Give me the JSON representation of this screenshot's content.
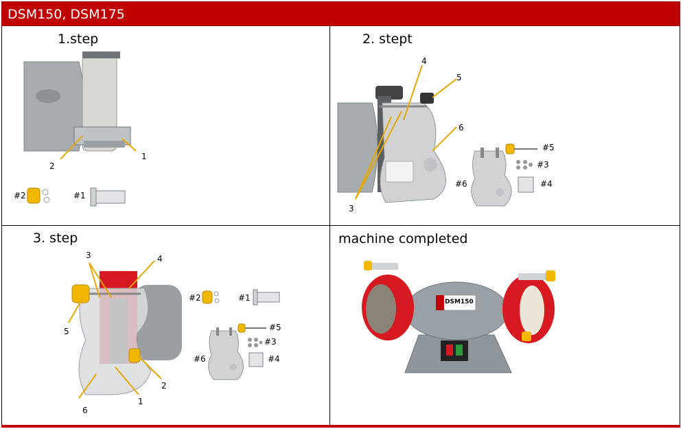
{
  "header": {
    "title": "DSM150, DSM175"
  },
  "panels": {
    "step1": {
      "title": "1.step",
      "callouts": [
        "1",
        "2"
      ],
      "parts": [
        "#2",
        "#1"
      ]
    },
    "step2": {
      "title": "2.  stept",
      "callouts": [
        "3",
        "4",
        "5",
        "6"
      ],
      "parts": [
        "#5",
        "#3",
        "#4",
        "#6"
      ]
    },
    "step3": {
      "title": "3.  step",
      "callouts": [
        "1",
        "2",
        "3",
        "4",
        "5",
        "6"
      ],
      "parts": [
        "#2",
        "#1",
        "#5",
        "#3",
        "#4",
        "#6"
      ]
    },
    "completed": {
      "title": "machine completed",
      "brand": "DSM150"
    }
  },
  "colors": {
    "header": "#c00000",
    "accent_yellow": "#f2b800",
    "grinder_gray": "#8f969b",
    "wheel_red": "#d71a21"
  }
}
